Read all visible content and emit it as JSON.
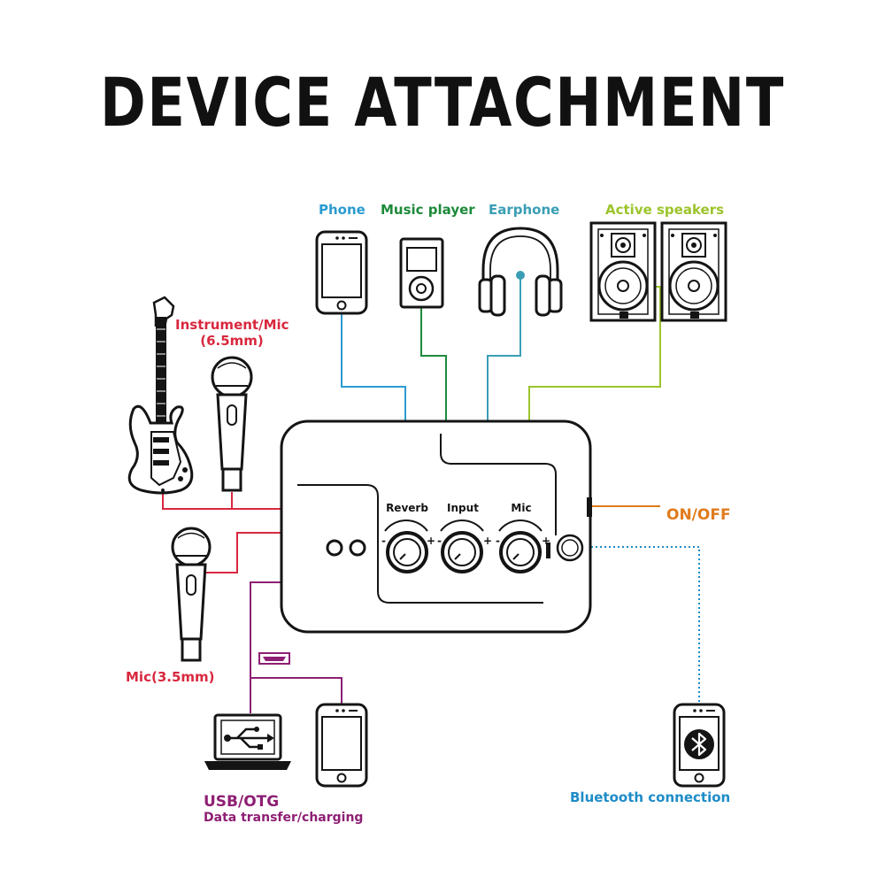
{
  "title": "DEVICE ATTACHMENT",
  "colors": {
    "phone": "#2b9bd0",
    "music_player": "#1d8a3a",
    "earphone": "#3a9eb4",
    "speakers": "#9cc42b",
    "instrument": "#d8283e",
    "on_off": "#e07b1c",
    "bluetooth": "#1e8cc8",
    "usb": "#8e1f73",
    "ink": "#141414"
  },
  "labels": {
    "phone": "Phone",
    "music_player": "Music player",
    "earphone": "Earphone",
    "active_speakers": "Active speakers",
    "instrument_line1": "Instrument/Mic",
    "instrument_line2": "(6.5mm)",
    "mic_35": "Mic(3.5mm)",
    "on_off": "ON/OFF",
    "bluetooth": "Bluetooth connection",
    "usb_line1": "USB/OTG",
    "usb_line2": "Data transfer/charging"
  },
  "knobs": {
    "reverb": "Reverb",
    "input": "Input",
    "mic": "Mic",
    "minus": "-",
    "plus": "+"
  },
  "icons": {
    "guitar": "electric-guitar-icon",
    "mic": "microphone-icon",
    "laptop": "laptop-usb-icon",
    "phone": "smartphone-icon",
    "bluetooth": "bluetooth-icon"
  }
}
